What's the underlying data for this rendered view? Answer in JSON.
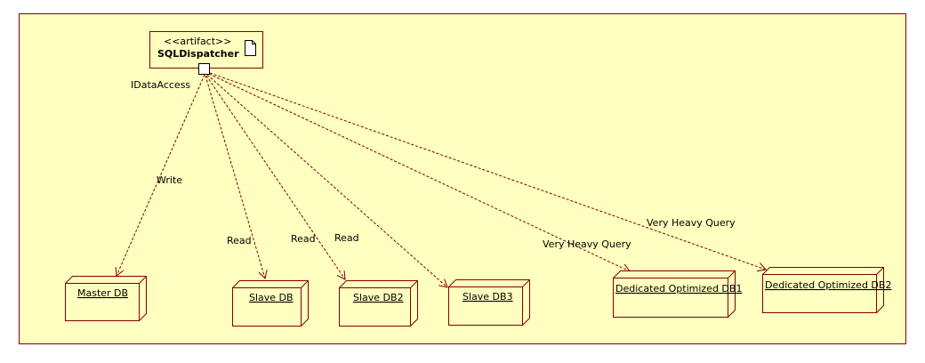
{
  "frame": {
    "background": "#ffffc0",
    "border": "#800000"
  },
  "artifact": {
    "stereotype": "<<artifact>>",
    "name": "SQLDispatcher",
    "port_label": "IDataAccess"
  },
  "nodes": [
    {
      "id": "master-db",
      "name": "Master DB"
    },
    {
      "id": "slave-db",
      "name": "Slave DB"
    },
    {
      "id": "slave-db2",
      "name": "Slave DB2"
    },
    {
      "id": "slave-db3",
      "name": "Slave DB3"
    },
    {
      "id": "dedicated-db1",
      "name": "Dedicated Optimized DB1"
    },
    {
      "id": "dedicated-db2",
      "name": "Dedicated Optimized DB2"
    }
  ],
  "edges": [
    {
      "to": "master-db",
      "label": "Write"
    },
    {
      "to": "slave-db",
      "label": "Read"
    },
    {
      "to": "slave-db2",
      "label": "Read"
    },
    {
      "to": "slave-db3",
      "label": "Read"
    },
    {
      "to": "dedicated-db1",
      "label": "Very Heavy Query"
    },
    {
      "to": "dedicated-db2",
      "label": "Very Heavy Query"
    }
  ]
}
